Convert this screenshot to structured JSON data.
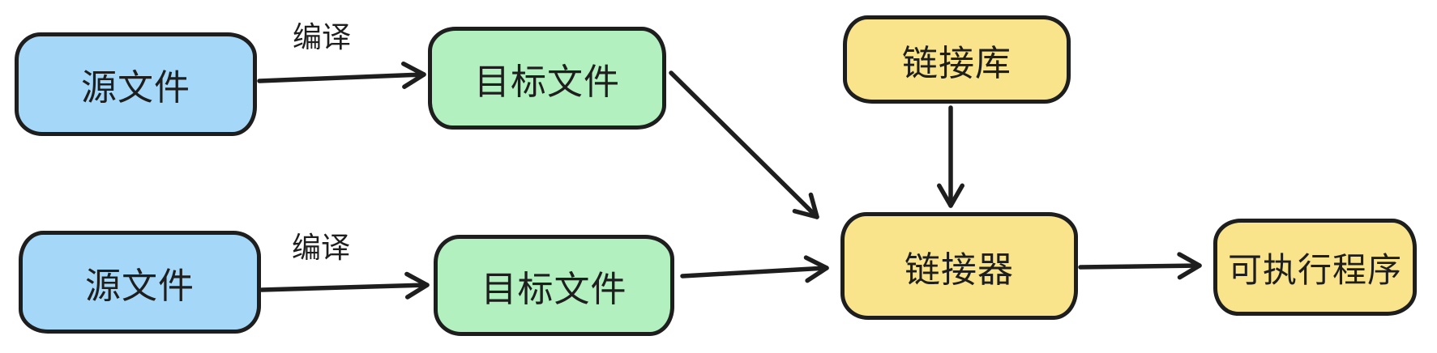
{
  "diagram": {
    "background_color": "#ffffff",
    "stroke_color": "#1e1e1e",
    "text_color": "#1e1e1e",
    "nodes": [
      {
        "id": "source-file-1",
        "label": "源文件",
        "fill": "#a5d8f8"
      },
      {
        "id": "object-file-1",
        "label": "目标文件",
        "fill": "#b2f0bf"
      },
      {
        "id": "link-library",
        "label": "链接库",
        "fill": "#f9e48b"
      },
      {
        "id": "linker",
        "label": "链接器",
        "fill": "#f9e48b"
      },
      {
        "id": "executable",
        "label": "可执行程序",
        "fill": "#f9e48b"
      },
      {
        "id": "source-file-2",
        "label": "源文件",
        "fill": "#a5d8f8"
      },
      {
        "id": "object-file-2",
        "label": "目标文件",
        "fill": "#b2f0bf"
      }
    ],
    "edges": [
      {
        "id": "edge-compile-1",
        "from": "source-file-1",
        "to": "object-file-1",
        "label": "编译"
      },
      {
        "id": "edge-object1-linker",
        "from": "object-file-1",
        "to": "linker",
        "label": ""
      },
      {
        "id": "edge-compile-2",
        "from": "source-file-2",
        "to": "object-file-2",
        "label": "编译"
      },
      {
        "id": "edge-object2-linker",
        "from": "object-file-2",
        "to": "linker",
        "label": ""
      },
      {
        "id": "edge-library-linker",
        "from": "link-library",
        "to": "linker",
        "label": ""
      },
      {
        "id": "edge-linker-executable",
        "from": "linker",
        "to": "executable",
        "label": ""
      }
    ]
  }
}
